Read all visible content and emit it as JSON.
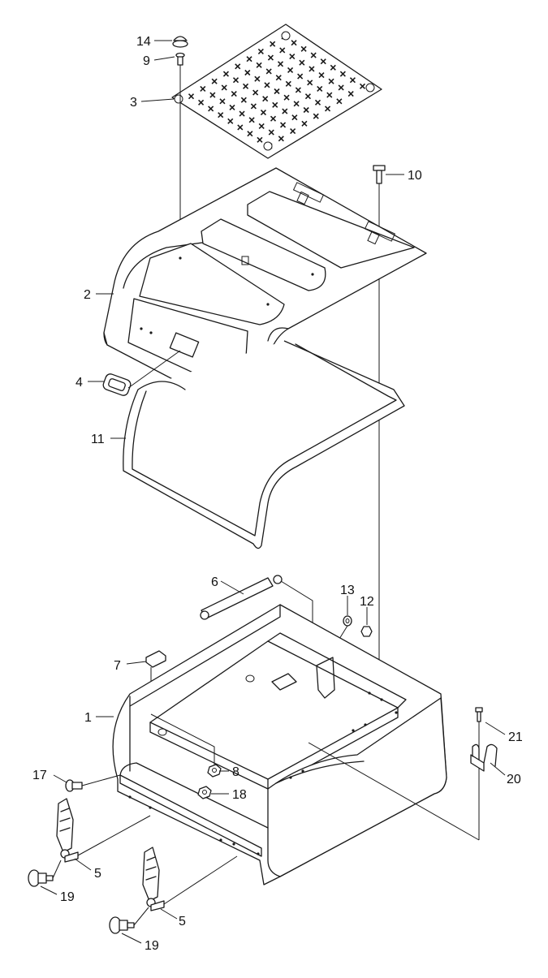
{
  "callouts": [
    {
      "id": "c14a",
      "label": "14"
    },
    {
      "id": "c9",
      "label": "9"
    },
    {
      "id": "c3",
      "label": "3"
    },
    {
      "id": "c10",
      "label": "10"
    },
    {
      "id": "c2",
      "label": "2"
    },
    {
      "id": "c4",
      "label": "4"
    },
    {
      "id": "c11",
      "label": "11"
    },
    {
      "id": "c6",
      "label": "6"
    },
    {
      "id": "c13",
      "label": "13"
    },
    {
      "id": "c12",
      "label": "12"
    },
    {
      "id": "c7",
      "label": "7"
    },
    {
      "id": "c1",
      "label": "1"
    },
    {
      "id": "c21",
      "label": "21"
    },
    {
      "id": "c8",
      "label": "8"
    },
    {
      "id": "c17",
      "label": "17"
    },
    {
      "id": "c18",
      "label": "18"
    },
    {
      "id": "c20",
      "label": "20"
    },
    {
      "id": "c5a",
      "label": "5"
    },
    {
      "id": "c19a",
      "label": "19"
    },
    {
      "id": "c5b",
      "label": "5"
    },
    {
      "id": "c19b",
      "label": "19"
    }
  ]
}
